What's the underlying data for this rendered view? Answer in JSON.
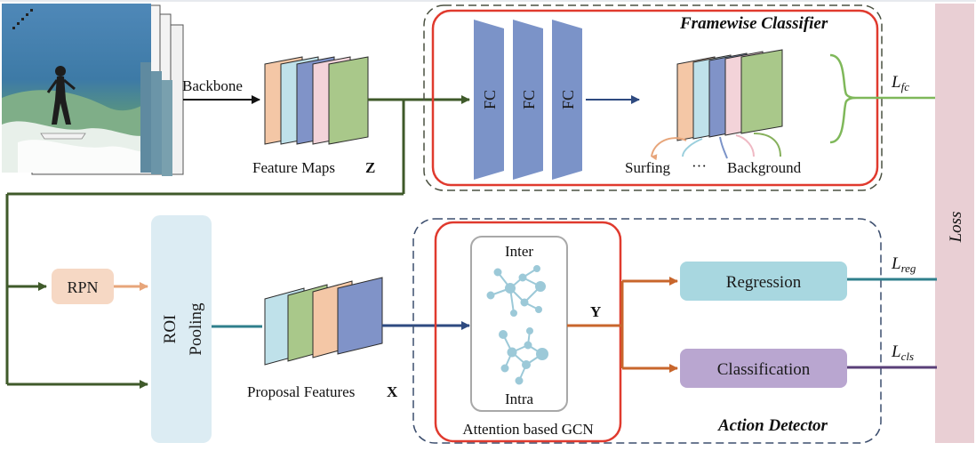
{
  "labels": {
    "backbone": "Backbone",
    "feature_maps": "Feature Maps",
    "feature_maps_symbol": "Z",
    "framewise_classifier": "Framewise Classifier",
    "fc": "FC",
    "surfing": "Surfing",
    "ellipsis": "···",
    "background": "Background",
    "l_fc_main": "L",
    "l_fc_sub": "fc",
    "loss": "Loss",
    "rpn": "RPN",
    "roi": "ROI",
    "pooling": "Pooling",
    "proposal_features": "Proposal Features",
    "proposal_features_symbol": "X",
    "inter": "Inter",
    "intra": "Intra",
    "attention_gcn": "Attention based GCN",
    "y_symbol": "Y",
    "regression": "Regression",
    "classification": "Classification",
    "l_reg_main": "L",
    "l_reg_sub": "reg",
    "l_cls_main": "L",
    "l_cls_sub": "cls",
    "action_detector": "Action Detector"
  },
  "icons": {
    "input_frames": "surfer-video-frames-image",
    "inter_graph": "graph-network-icon",
    "intra_graph": "graph-network-icon"
  },
  "colors": {
    "dark_olive": "#3f5a2a",
    "navy_arrow": "#2e4a80",
    "teal_line": "#2f7f8c",
    "orange_arrow": "#c8662c",
    "green_line": "#7fb85a",
    "purple_line": "#5a3f78",
    "red_box": "#e03a2e",
    "fc_blue": "#7b93c8",
    "loss_pink": "#e9cfd4",
    "roi_blue": "#dcecf3",
    "rpn_peach": "#f6d8c4",
    "regression_fill": "#a8d7e0",
    "classification_fill": "#b9a6d0",
    "map_peach": "#f4c7a6",
    "map_lightblue": "#bfe1ea",
    "map_blue": "#8093c8",
    "map_pink": "#f3d3d9",
    "map_green": "#a9c88a",
    "graph_node": "#9cc9d8"
  }
}
